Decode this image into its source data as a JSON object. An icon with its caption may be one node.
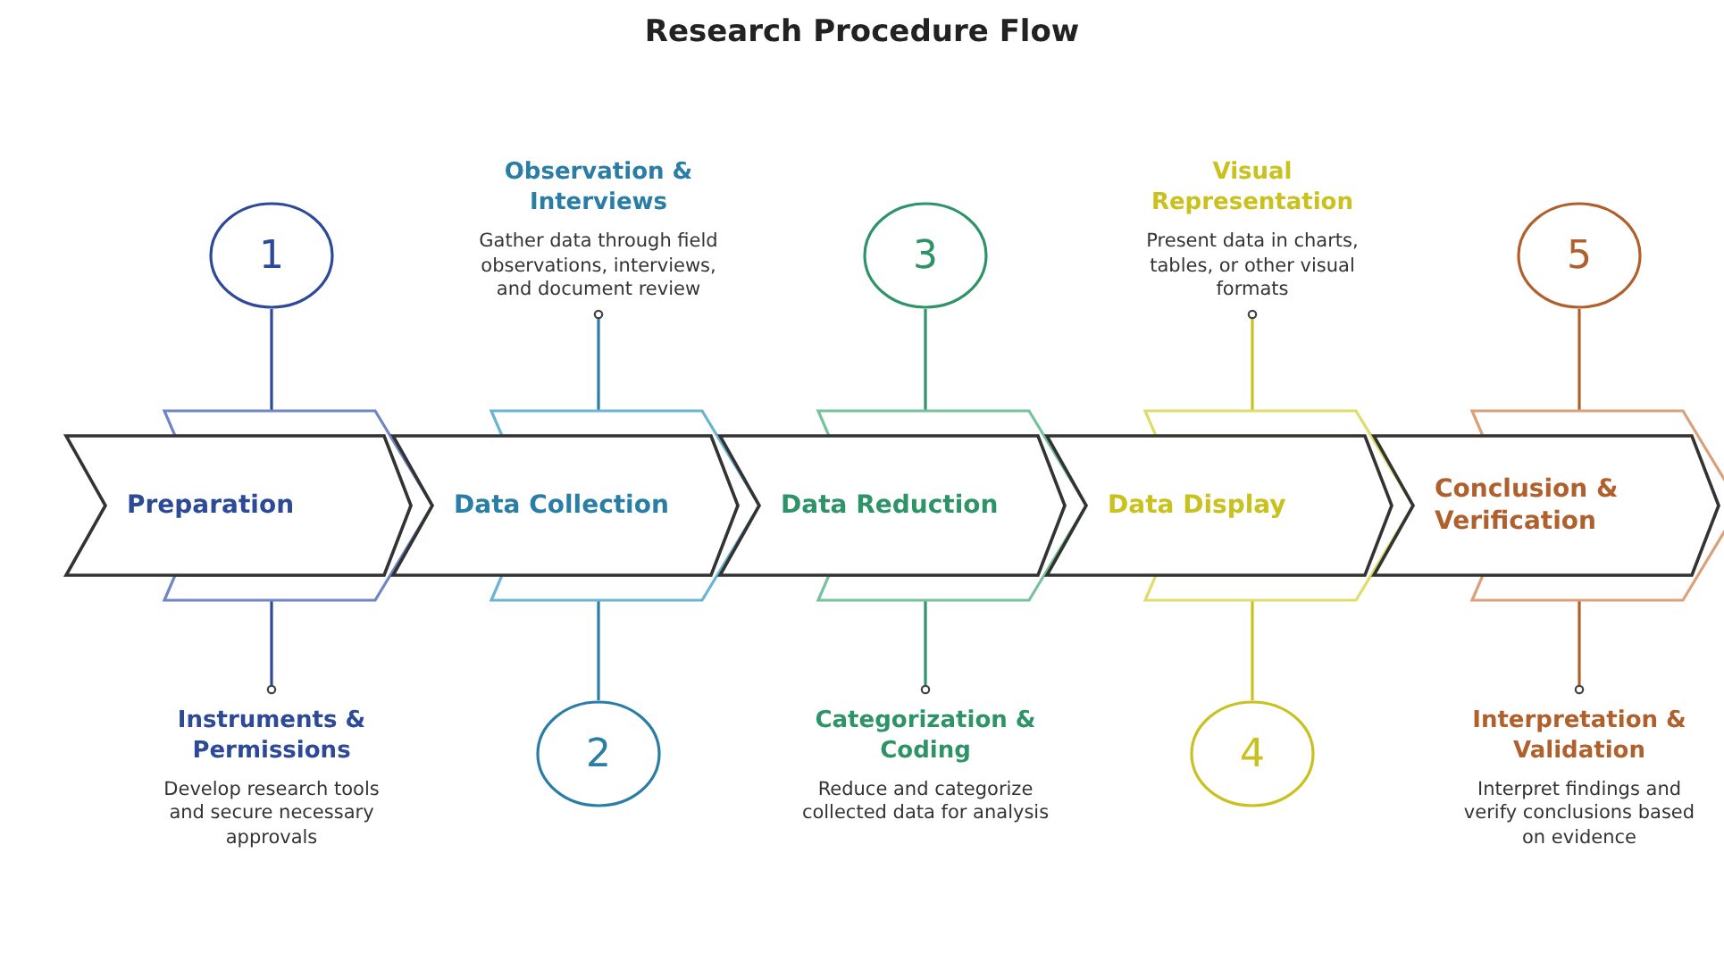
{
  "diagram": {
    "title": "Research Procedure Flow",
    "nodes": [
      {
        "text": [
          "Preparation"
        ]
      },
      {
        "text": [
          "Data Collection"
        ]
      },
      {
        "text": [
          "Data Reduction"
        ]
      },
      {
        "text": [
          "Data Display"
        ]
      },
      {
        "text": [
          "Conclusion & Verification"
        ]
      },
      {
        "text": [
          "1"
        ]
      },
      {
        "text": [
          "2"
        ]
      },
      {
        "text": [
          "3"
        ]
      },
      {
        "text": [
          "4"
        ]
      },
      {
        "text": [
          "5"
        ]
      },
      {
        "text": [
          "Instruments & Permissions",
          "Develop research tools and secure necessary approvals"
        ]
      },
      {
        "text": [
          "Observation & Interviews",
          "Gather data through field observations, interviews, and document review"
        ]
      },
      {
        "text": [
          "Categorization & Coding",
          "Reduce and categorize collected data for analysis"
        ]
      },
      {
        "text": [
          "Visual Representation",
          "Present data in charts, tables, or other visual formats"
        ]
      },
      {
        "text": [
          "Interpretation & Validation",
          "Interpret findings and verify conclusions based on evidence"
        ]
      }
    ],
    "edges": [
      {
        "from": 5,
        "to": 0,
        "arrow": "none",
        "color": "#2c4a96"
      },
      {
        "from": 6,
        "to": 1,
        "arrow": "none",
        "color": "#2a7ea6"
      },
      {
        "from": 7,
        "to": 2,
        "arrow": "none",
        "color": "#2e9468"
      },
      {
        "from": 8,
        "to": 3,
        "arrow": "none",
        "color": "#c9c11e"
      },
      {
        "from": 9,
        "to": 4,
        "arrow": "none",
        "color": "#b0602c"
      },
      {
        "from": 0,
        "to": 10,
        "arrow": "other",
        "color": "#2c4a96"
      },
      {
        "from": 1,
        "to": 11,
        "arrow": "other",
        "color": "#2a7ea6"
      },
      {
        "from": 2,
        "to": 12,
        "arrow": "other",
        "color": "#2e9468"
      },
      {
        "from": 3,
        "to": 13,
        "arrow": "other",
        "color": "#c9c11e"
      },
      {
        "from": 4,
        "to": 14,
        "arrow": "other",
        "color": "#b0602c"
      }
    ]
  }
}
